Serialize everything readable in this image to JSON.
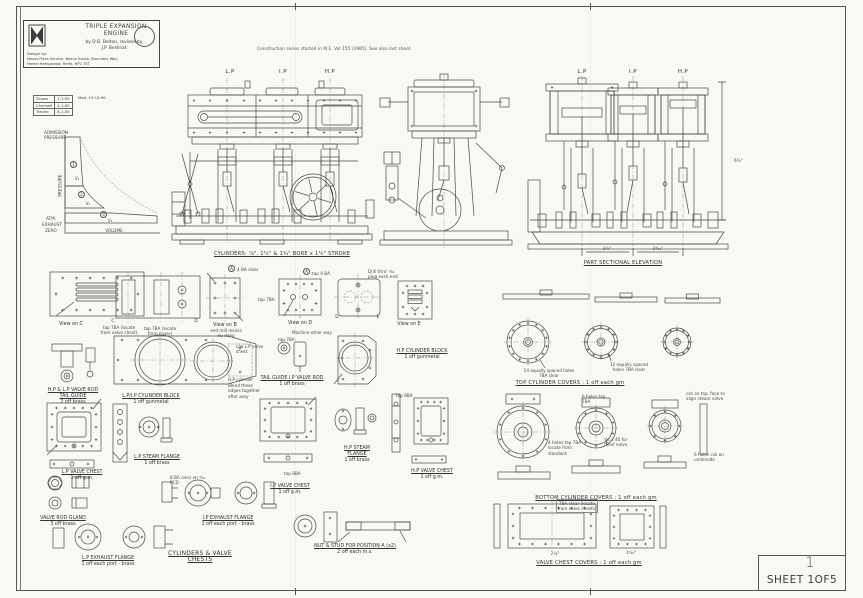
{
  "colors": {
    "line": "#4a4a4a",
    "paper": "#f8f8f5",
    "text": "#3c3c3c"
  },
  "title_block": {
    "title1": "TRIPLE EXPANSION",
    "title2": "ENGINE",
    "byline1": "by D.B. Bolton, revised by",
    "byline2": "J.P. Bertinat",
    "design_by": "Design by:",
    "addr1": "Nexus Plans Service, Nexus House, Boundary Way,",
    "addr2": "Hemel Hempstead, Herts, HP2 7ST"
  },
  "header_note": "Construction series started in M.E. Vol 155 (1985). See also last sheet.",
  "rev_table": {
    "rows": [
      {
        "k": "Drawn",
        "v": "1-1-85"
      },
      {
        "k": "Checked",
        "v": "4-1-85"
      },
      {
        "k": "Traced",
        "v": "8-1-85"
      }
    ],
    "mod": "Mod.  19-10-90"
  },
  "pv_diagram": {
    "admission1": "ADMISSION",
    "admission2": "PRESSURE",
    "pressure_axis": "PRESSURE",
    "volume_axis": "VOLUME",
    "atm": "ATM.",
    "exhaust": "EXHAUST",
    "zero": "ZERO",
    "region1": "1",
    "region2": "2",
    "region3": "3",
    "v1": "V₁",
    "v2": "V₂",
    "v3": "V₃"
  },
  "front_elevation": {
    "lp": "L.P",
    "ip": "I.P",
    "hp": "H.P",
    "caption": "CYLINDERS: ⅞\", 1¼\" & 1¾\" BORE x 1¼\" STROKE"
  },
  "sectional_elevation": {
    "lp": "L.P",
    "ip": "I.P",
    "hp": "H.P",
    "caption": "PART SECTIONAL ELEVATION",
    "dim_left": "2¼\"",
    "dim_right": "2⁹⁄₁₆\"",
    "dim_height": "6⅞\""
  },
  "views": {
    "c": "View on C",
    "b": "View on B",
    "d": "View on D",
    "e": "View on E"
  },
  "markers": {
    "a": "A",
    "c": "C",
    "d": "D",
    "e": "E"
  },
  "parts": {
    "tailguide_hplp": {
      "n1": "H.P & L.P VALVE ROD",
      "n2": "TAIL GUIDE",
      "q": "2 off brass"
    },
    "tailguide_ip": {
      "n": "TAIL GUIDE I.P VALVE ROD",
      "q": "1 off brass"
    },
    "lpip_block": {
      "n": "L.P/I.P CYLINDER BLOCK",
      "q": "1 off gunmetal"
    },
    "hp_block": {
      "n": "H.P CYLINDER BLOCK",
      "q": "1 off gunmetal"
    },
    "lp_chest": {
      "n": "L.P VALVE CHEST",
      "q": "1 off g.m."
    },
    "ip_chest": {
      "n": "I.P VALVE CHEST",
      "q": "1 off g.m."
    },
    "hp_chest": {
      "n": "H.P VALVE CHEST",
      "q": "1 off g.m."
    },
    "lp_steam_flange": {
      "n": "L.P STEAM FLANGE",
      "q": "1 off brass"
    },
    "hp_steam_flange": {
      "n": "H.P STEAM FLANGE",
      "q": "1 off brass"
    },
    "gland": {
      "n": "VALVE ROD GLAND",
      "q": "3 off brass"
    },
    "ip_exh_flange": {
      "n": "I.P EXHAUST FLANGE",
      "q": "1 off each port - brass"
    },
    "lp_exh_flange": {
      "n": "L.P EXHAUST FLANGE",
      "q": "1 off each port - brass"
    },
    "nut_stud": {
      "n": "NUT & STUD FOR POSITION  A  (x2)",
      "q": "2 off each m.s."
    }
  },
  "captions": {
    "top_covers": "TOP CYLINDER COVERS : 1 off each gm",
    "bottom_covers": "BOTTOM CYLINDER COVERS : 1 off each gm",
    "chest_covers": "VALVE CHEST COVERS : 1 off each gm",
    "section_title": "CYLINDERS & VALVE CHESTS"
  },
  "annotations": {
    "tap7ba_chest": "tap 7BA (locate from valve chest)",
    "tap7ba_cover": "tap 7BA (locate from cover)",
    "recess": "end mill recess ¹⁄₃₂ deep",
    "ba4_clear": "4 BA clear",
    "tap4ba": "tap 4 BA",
    "drill": "Drill thro' ⁵⁄₆₄ plug each end",
    "tap7ba": "tap 7BA",
    "machine": "Machine other way",
    "cw_chest": "c/w L.P valve chest",
    "hp_cyl": "H.P cylinder",
    "blend": "Blend these edges together after assy",
    "holes14": "14 equally spaced holes 7BA clear",
    "holes12": "12 equally spaced holes 7BA clear",
    "holes6": "6 holes tap 7BA",
    "holes4": "4 holes tap 7BA locate from standard",
    "csk_top": "csk on top, face to align steam valve",
    "relief": "⁵⁄₃₂ x 40 for relief valve",
    "csk6": "6 holes csk on underside",
    "vcc_note": "7BA clear (locate from valve chests)",
    "ba8_clear": "8 BA clear on ⁹⁄₁₆ PCD",
    "tap8ba": "tap 8BA"
  },
  "dims": {
    "vcc1": "2⅛\"",
    "vcc2": "1⁹⁄₁₆\""
  },
  "sheet_corner": {
    "number": "1",
    "label": "SHEET 1OF5"
  }
}
